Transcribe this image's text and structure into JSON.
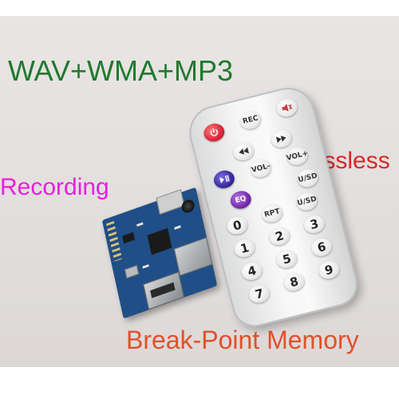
{
  "captions": {
    "formats": "WAV+WMA+MP3",
    "recording": "Recording",
    "lossless": "Lossless",
    "memory": "Break-Point Memory"
  },
  "colors": {
    "formats": "#1f7a2e",
    "recording": "#e81ee0",
    "lossless": "#d8282a",
    "memory": "#e2502a",
    "power_button": "#d8283a",
    "play_button": "#3a2aa0",
    "eq_button": "#7a2ab0"
  },
  "remote": {
    "buttons_row1": [
      "power",
      "REC",
      "mute"
    ],
    "buttons_row2": [
      "prev",
      "next"
    ],
    "buttons_row3": [
      "play",
      "VOL-",
      "VOL+"
    ],
    "buttons_row4": [
      "EQ",
      "U/SD"
    ],
    "numpad": [
      "0",
      "RPT",
      "U/SD",
      "1",
      "2",
      "3",
      "4",
      "5",
      "6",
      "7",
      "8",
      "9"
    ]
  }
}
